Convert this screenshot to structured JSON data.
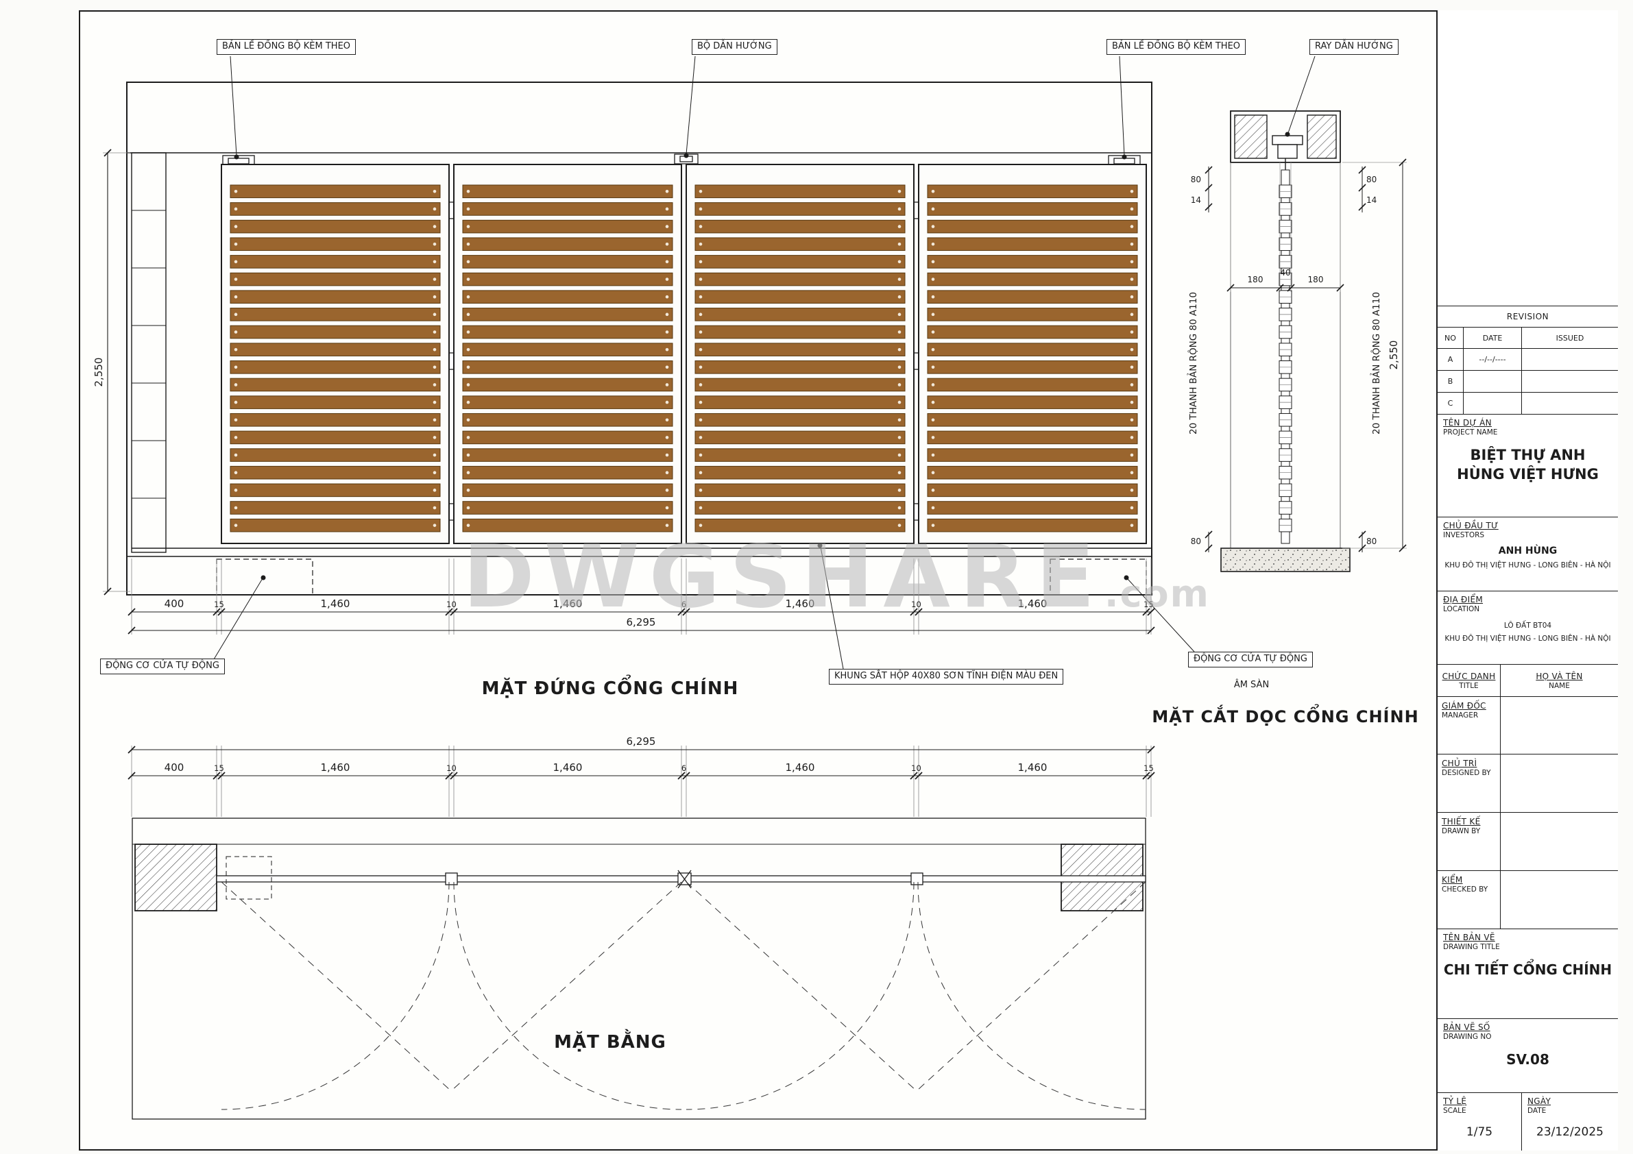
{
  "sheet": {
    "watermark_main": "DWGSHARE",
    "watermark_suffix": ".com"
  },
  "views": {
    "elevation_title": "MẶT ĐỨNG CỔNG CHÍNH",
    "section_title": "MẶT CẮT DỌC CỔNG CHÍNH",
    "plan_title": "MẶT BẰNG"
  },
  "callouts": {
    "hinge_left": "BẢN LỀ ĐỒNG BỘ KÈM THEO",
    "guide": "BỘ DẪN HƯỚNG",
    "hinge_right": "BẢN LỀ ĐỒNG BỘ KÈM THEO",
    "rail": "RAY DẪN HƯỚNG",
    "motor_left": "ĐỘNG CƠ CỬA TỰ ĐỘNG",
    "frame_note": "KHUNG SẮT HỘP 40X80 SƠN TĨNH ĐIỆN MÀU ĐEN",
    "motor_right": "ĐỘNG CƠ CỬA TỰ ĐỘNG",
    "motor_right_sub": "ÂM SÀN"
  },
  "dimensions": {
    "total_width": "6,295",
    "gate_height": "2,550",
    "segments": [
      "400",
      "15",
      "1,460",
      "10",
      "1,460",
      "6",
      "1,460",
      "10",
      "1,460",
      "15"
    ],
    "section": {
      "d80": "80",
      "d14": "14",
      "w180": "180",
      "w40": "40",
      "height": "2,550",
      "slat_note": "20 THANH BẢN RỘNG 80 A110"
    }
  },
  "gate": {
    "panel_count": 4,
    "slat_count": 20
  },
  "colors": {
    "slat": "#9a652e",
    "slat_border": "#57380f",
    "line": "#1c1c1c"
  },
  "titleblock": {
    "revision": {
      "title": "REVISION",
      "columns": [
        "NO",
        "DATE",
        "ISSUED"
      ],
      "rows": [
        {
          "no": "A",
          "date": "--/--/----",
          "issued": ""
        },
        {
          "no": "B",
          "date": "",
          "issued": ""
        },
        {
          "no": "C",
          "date": "",
          "issued": ""
        }
      ]
    },
    "project": {
      "label_vi": "TÊN DỰ ÁN",
      "label_en": "PROJECT NAME",
      "value": "BIỆT THỰ ANH HÙNG VIỆT HƯNG"
    },
    "investor": {
      "label_vi": "CHỦ ĐẦU TƯ",
      "label_en": "INVESTORS",
      "name": "ANH HÙNG",
      "address": "KHU ĐÔ THỊ VIỆT HƯNG - LONG BIÊN - HÀ NỘI"
    },
    "location": {
      "label_vi": "ĐỊA ĐIỂM",
      "label_en": "LOCATION",
      "lot": "LÔ ĐẤT BT04",
      "address": "KHU ĐÔ THỊ VIỆT HƯNG - LONG BIÊN - HÀ NỘI"
    },
    "people_header": {
      "title_vi": "CHỨC DANH",
      "title_en": "TITLE",
      "name_vi": "HỌ VÀ TÊN",
      "name_en": "NAME"
    },
    "people": [
      {
        "vi": "GIÁM ĐỐC",
        "en": "MANAGER"
      },
      {
        "vi": "CHỦ TRÌ",
        "en": "DESIGNED BY"
      },
      {
        "vi": "THIẾT KẾ",
        "en": "DRAWN BY"
      },
      {
        "vi": "KIỂM",
        "en": "CHECKED BY"
      }
    ],
    "drawing_title": {
      "label_vi": "TÊN BẢN VẼ",
      "label_en": "DRAWING TITLE",
      "value": "CHI TIẾT CỔNG CHÍNH"
    },
    "drawing_no": {
      "label_vi": "BẢN VẼ SỐ",
      "label_en": "DRAWING NO",
      "value": "SV.08"
    },
    "scale": {
      "label_vi": "TỶ LỆ",
      "label_en": "SCALE",
      "value": "1/75"
    },
    "date": {
      "label_vi": "NGÀY",
      "label_en": "DATE",
      "value": "23/12/2025"
    }
  }
}
